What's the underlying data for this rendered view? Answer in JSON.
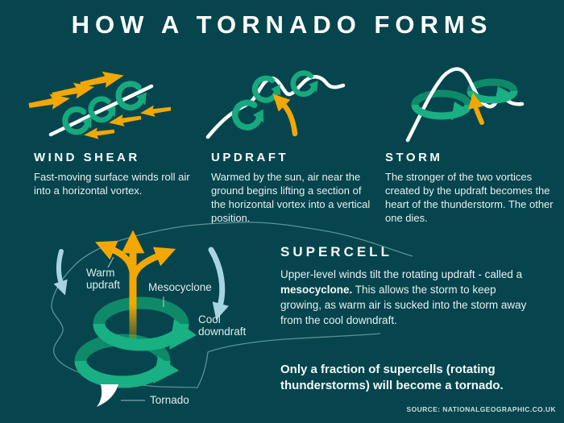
{
  "title": "HOW A TORNADO FORMS",
  "stages": [
    {
      "heading": "WIND SHEAR",
      "body": "Fast-moving surface winds roll air into a horizontal vortex."
    },
    {
      "heading": "UPDRAFT",
      "body": "Warmed by the sun, air near the ground begins lifting a section of the horizontal vortex into a vertical position."
    },
    {
      "heading": "STORM",
      "body": "The stronger of the two vortices created by the updraft becomes the heart of the thunderstorm. The other one dies."
    }
  ],
  "supercell": {
    "heading": "SUPERCELL",
    "body_pre": "Upper-level winds tilt the rotating updraft - called a ",
    "body_bold": "mesocyclone.",
    "body_post": " This allows the storm to keep growing, as warm air is sucked into the storm away from the cool downdraft.",
    "labels": {
      "warm_line1": "Warm",
      "warm_line2": "updraft",
      "mesocyclone": "Mesocyclone",
      "cool_line1": "Cool",
      "cool_line2": "downdraft",
      "tornado": "Tornado"
    },
    "note": "Only a fraction of supercells (rotating thunderstorms) will become a tornado."
  },
  "source": "SOURCE: NATIONALGEOGRAPHIC.CO.UK",
  "colors": {
    "background": "#06454E",
    "green": "#17A97E",
    "green_dark": "#0B7C5E",
    "yellow": "#F2A800",
    "light_blue": "#A7D3E3",
    "white": "#FFFFFF"
  }
}
